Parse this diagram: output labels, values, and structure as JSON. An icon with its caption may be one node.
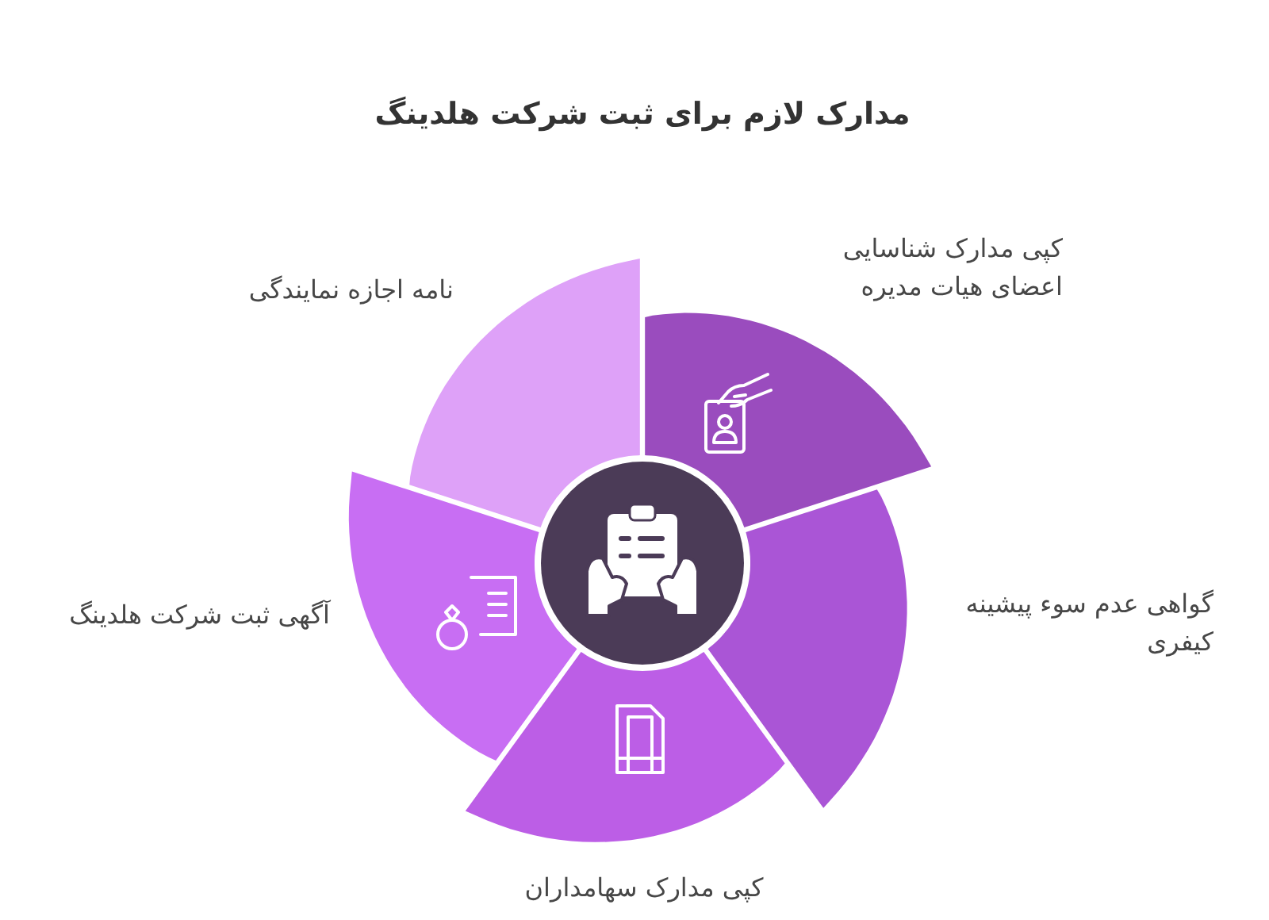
{
  "diagram": {
    "title": "مدارک لازم برای ثبت شرکت هلدینگ",
    "nodes": [
      {
        "text": [],
        "shape": "wedge",
        "beside": [
          "کپی مدارک شناسایی اعضای هیات مدیره"
        ]
      },
      {
        "text": [],
        "shape": "wedge",
        "beside": [
          "گواهی عدم سوء پیشینه کیفری"
        ]
      },
      {
        "text": [],
        "shape": "wedge",
        "beside": [
          "کپی مدارک سهامداران"
        ]
      },
      {
        "text": [],
        "shape": "wedge",
        "beside": [
          "آگهی ثبت شرکت هلدینگ"
        ]
      },
      {
        "text": [],
        "shape": "wedge",
        "beside": [
          "نامه اجازه نمایندگی"
        ]
      },
      {
        "text": [],
        "shape": "circle"
      }
    ]
  }
}
